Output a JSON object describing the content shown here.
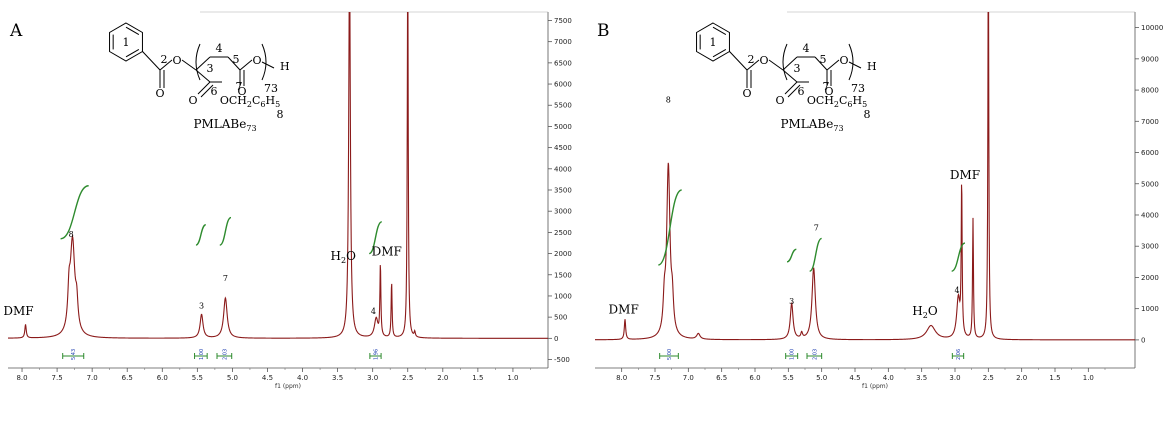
{
  "chart_data": [
    {
      "type": "line",
      "panel_label": "A",
      "xlabel": "f1 (ppm)",
      "x_range": [
        8.2,
        0.5
      ],
      "x_ticks": [
        "8.0",
        "7.5",
        "7.0",
        "6.5",
        "6.0",
        "5.5",
        "5.0",
        "4.5",
        "4.0",
        "3.5",
        "3.0",
        "2.5",
        "2.0",
        "1.5",
        "1.0"
      ],
      "y_range": [
        -700,
        7700
      ],
      "y_ticks": [
        "-500",
        "0",
        "500",
        "1000",
        "1500",
        "2000",
        "2500",
        "3000",
        "3500",
        "4000",
        "4500",
        "5000",
        "5500",
        "6000",
        "6500",
        "7000",
        "7500"
      ],
      "line_color": "#8b1a1a",
      "integral_color": "#2e8b2e",
      "peaks": [
        {
          "ppm": 7.95,
          "height": 320,
          "width": 0.012
        },
        {
          "ppm": 7.33,
          "height": 750,
          "width": 0.02
        },
        {
          "ppm": 7.28,
          "height": 2250,
          "width": 0.04
        },
        {
          "ppm": 7.22,
          "height": 550,
          "width": 0.02
        },
        {
          "ppm": 5.44,
          "height": 560,
          "width": 0.025
        },
        {
          "ppm": 5.1,
          "height": 950,
          "width": 0.03
        },
        {
          "ppm": 3.33,
          "height": 9000,
          "width": 0.014
        },
        {
          "ppm": 2.95,
          "height": 450,
          "width": 0.03
        },
        {
          "ppm": 2.89,
          "height": 1700,
          "width": 0.008
        },
        {
          "ppm": 2.73,
          "height": 1320,
          "width": 0.008
        },
        {
          "ppm": 2.5,
          "height": 9000,
          "width": 0.008
        },
        {
          "ppm": 2.4,
          "height": 120,
          "width": 0.01
        }
      ],
      "annotations": [
        {
          "text": "DMF",
          "ppm": 8.05,
          "y": 550
        },
        {
          "text": "8",
          "ppm": 7.3,
          "y": 2460
        },
        {
          "text": "3",
          "ppm": 5.44,
          "y": 780
        },
        {
          "text": "7",
          "ppm": 5.1,
          "y": 1420
        },
        {
          "text": "H2O",
          "ppm": 3.42,
          "y": 1850
        },
        {
          "text": "4",
          "ppm": 2.99,
          "y": 650
        },
        {
          "text": "DMF",
          "ppm": 2.8,
          "y": 1950
        }
      ],
      "integrals": [
        {
          "ppm_start": 7.45,
          "ppm_end": 7.05,
          "y0": 2350,
          "y1": 3600,
          "label": "5.43",
          "bar_ppm": [
            7.42,
            7.12
          ]
        },
        {
          "ppm_start": 5.52,
          "ppm_end": 5.38,
          "y0": 2200,
          "y1": 2680,
          "label": "1.00",
          "bar_ppm": [
            5.54,
            5.36
          ]
        },
        {
          "ppm_start": 5.18,
          "ppm_end": 5.02,
          "y0": 2200,
          "y1": 2850,
          "label": "2.03",
          "bar_ppm": [
            5.22,
            5.01
          ]
        },
        {
          "ppm_start": 3.05,
          "ppm_end": 2.87,
          "y0": 2000,
          "y1": 2750,
          "label": "1.96",
          "bar_ppm": [
            3.04,
            2.88
          ]
        }
      ],
      "structure_name": "PMLABe73",
      "structure_numbers": [
        "1",
        "2",
        "3",
        "4",
        "5",
        "6",
        "7",
        "8"
      ],
      "structure_labels": {
        "ester_group": "OCH2C6H5",
        "end_group": "H",
        "repeat_n": "73"
      }
    },
    {
      "type": "line",
      "panel_label": "B",
      "xlabel": "f1 (ppm)",
      "x_range": [
        8.4,
        0.3
      ],
      "x_ticks": [
        "8.0",
        "7.5",
        "7.0",
        "6.5",
        "6.0",
        "5.5",
        "5.0",
        "4.5",
        "4.0",
        "3.5",
        "3.0",
        "2.5",
        "2.0",
        "1.5",
        "1.0"
      ],
      "y_range": [
        -900,
        10500
      ],
      "y_ticks": [
        "0",
        "1000",
        "2000",
        "3000",
        "4000",
        "5000",
        "6000",
        "7000",
        "8000",
        "9000",
        "10000"
      ],
      "line_color": "#8b1a1a",
      "integral_color": "#2e8b2e",
      "peaks": [
        {
          "ppm": 7.95,
          "height": 650,
          "width": 0.012
        },
        {
          "ppm": 7.36,
          "height": 900,
          "width": 0.02
        },
        {
          "ppm": 7.3,
          "height": 5500,
          "width": 0.03
        },
        {
          "ppm": 7.24,
          "height": 900,
          "width": 0.02
        },
        {
          "ppm": 6.85,
          "height": 180,
          "width": 0.03
        },
        {
          "ppm": 5.45,
          "height": 1150,
          "width": 0.025
        },
        {
          "ppm": 5.3,
          "height": 180,
          "width": 0.015
        },
        {
          "ppm": 5.12,
          "height": 2300,
          "width": 0.03
        },
        {
          "ppm": 3.36,
          "height": 450,
          "width": 0.08
        },
        {
          "ppm": 2.95,
          "height": 1300,
          "width": 0.03
        },
        {
          "ppm": 2.9,
          "height": 4900,
          "width": 0.008
        },
        {
          "ppm": 2.73,
          "height": 3850,
          "width": 0.008
        },
        {
          "ppm": 2.5,
          "height": 13000,
          "width": 0.008
        }
      ],
      "annotations": [
        {
          "text": "DMF",
          "ppm": 7.97,
          "y": 850
        },
        {
          "text": "8",
          "ppm": 7.3,
          "y": 7700
        },
        {
          "text": "3",
          "ppm": 5.45,
          "y": 1250
        },
        {
          "text": "7",
          "ppm": 5.08,
          "y": 3600
        },
        {
          "text": "H2O",
          "ppm": 3.45,
          "y": 800
        },
        {
          "text": "4",
          "ppm": 2.97,
          "y": 1600
        },
        {
          "text": "DMF",
          "ppm": 2.85,
          "y": 5150
        }
      ],
      "integrals": [
        {
          "ppm_start": 7.45,
          "ppm_end": 7.1,
          "y0": 2400,
          "y1": 4800,
          "label": "5.00",
          "bar_ppm": [
            7.43,
            7.15
          ]
        },
        {
          "ppm_start": 5.52,
          "ppm_end": 5.38,
          "y0": 2500,
          "y1": 2900,
          "label": "1.00",
          "bar_ppm": [
            5.54,
            5.36
          ]
        },
        {
          "ppm_start": 5.18,
          "ppm_end": 5.0,
          "y0": 2200,
          "y1": 3250,
          "label": "2.03",
          "bar_ppm": [
            5.22,
            5.0
          ]
        },
        {
          "ppm_start": 3.05,
          "ppm_end": 2.85,
          "y0": 2200,
          "y1": 3100,
          "label": "2.06",
          "bar_ppm": [
            3.04,
            2.87
          ]
        }
      ],
      "structure_name": "PMLABe73",
      "structure_numbers": [
        "1",
        "2",
        "3",
        "4",
        "5",
        "6",
        "7",
        "8"
      ],
      "structure_labels": {
        "ester_group": "OCH2C6H5",
        "end_group": "H",
        "repeat_n": "73"
      }
    }
  ]
}
